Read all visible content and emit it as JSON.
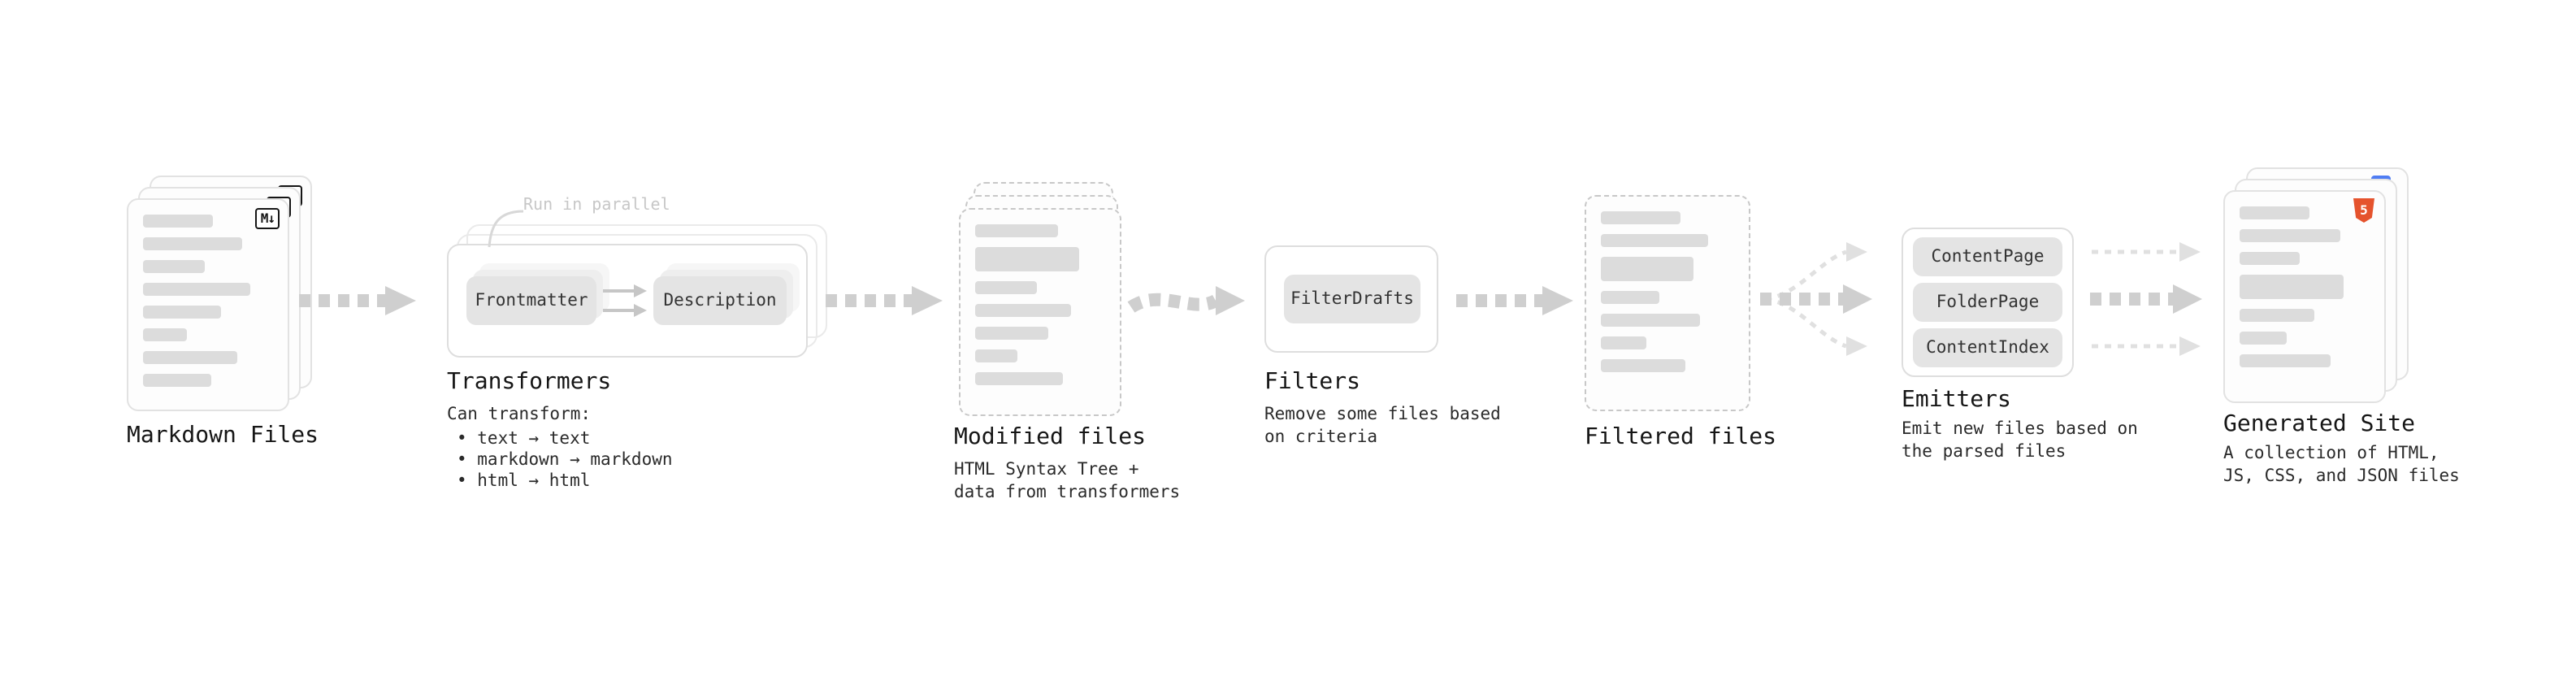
{
  "markdown_files": {
    "title": "Markdown Files",
    "icon": "markdown-icon",
    "badge_text": "M↓"
  },
  "transformers": {
    "title": "Transformers",
    "parallel_label": "Run in parallel",
    "nodes": [
      "Frontmatter",
      "Description"
    ],
    "caption_intro": "Can transform:",
    "bullets": [
      "• text → text",
      "• markdown → markdown",
      "• html → html"
    ]
  },
  "modified_files": {
    "title": "Modified files",
    "caption": "HTML Syntax Tree +\ndata from transformers"
  },
  "filters": {
    "title": "Filters",
    "nodes": [
      "FilterDrafts"
    ],
    "caption": "Remove some files based\non criteria"
  },
  "filtered_files": {
    "title": "Filtered files"
  },
  "emitters": {
    "title": "Emitters",
    "nodes": [
      "ContentPage",
      "FolderPage",
      "ContentIndex"
    ],
    "caption": "Emit new files based on\nthe parsed files"
  },
  "generated_site": {
    "title": "Generated Site",
    "icon": "html5-icon",
    "html5_text": "5",
    "caption": "A collection of HTML,\nJS, CSS, and JSON files"
  },
  "colors": {
    "arrow": "#cfcfcf",
    "arrow_light": "#e0e0e0",
    "node_bg": "#e4e4e4",
    "html5_orange": "#e5532d",
    "badge_blue": "#4f7df3"
  }
}
